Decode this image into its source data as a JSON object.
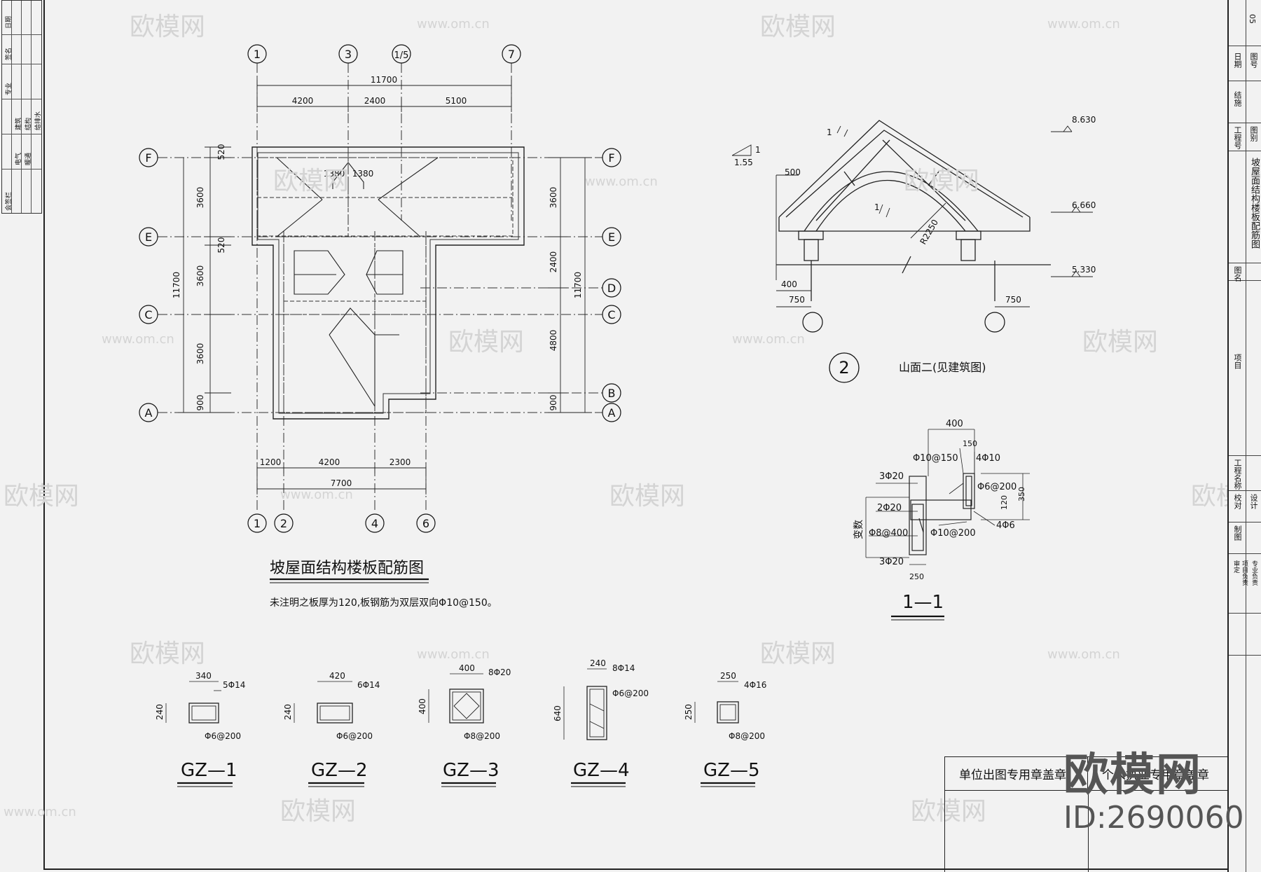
{
  "plan": {
    "title": "坡屋面结构楼板配筋图",
    "note": "未注明之板厚为120,板钢筋为双层双向Φ10@150。",
    "top_axes": [
      "1",
      "3",
      "1/5",
      "7"
    ],
    "bottom_axes": [
      "1",
      "2",
      "4",
      "6"
    ],
    "left_axes": [
      "F",
      "E",
      "C",
      "A"
    ],
    "right_axes": [
      "F",
      "E",
      "D",
      "C",
      "B",
      "A"
    ],
    "dim_top_total": "11700",
    "dim_top": [
      "4200",
      "2400",
      "5100"
    ],
    "dim_bottom": [
      "1200",
      "4200",
      "2300"
    ],
    "dim_bottom_total": "7700",
    "dim_left_total": "11700",
    "dim_left": [
      "520",
      "3600",
      "520",
      "3600",
      "3600",
      "900"
    ],
    "dim_right": [
      "3600",
      "2400",
      "4800",
      "900"
    ],
    "dim_right_total": "11700",
    "dim_inner": [
      "1380",
      "1380"
    ]
  },
  "gable": {
    "title": "山面二(见建筑图)",
    "number": "2",
    "elevations": [
      "8.630",
      "6.660",
      "5.330"
    ],
    "slope": [
      "1",
      "1.55"
    ],
    "dims": [
      "500",
      "400",
      "750",
      "750"
    ],
    "radius": "R2250",
    "marks": [
      "1",
      "1"
    ]
  },
  "section": {
    "title": "1—1",
    "top_dim": "400",
    "labels": [
      "150",
      "Φ10@150",
      "4Φ10",
      "3Φ20",
      "Φ6@200",
      "2Φ20",
      "120",
      "350",
      "4Φ6",
      "Φ8@400",
      "Φ10@200",
      "3Φ20",
      "250"
    ],
    "side_label": "变数"
  },
  "columns": [
    {
      "name": "GZ—1",
      "w": "340",
      "h": "240",
      "main": "5Φ14",
      "stir": "Φ6@200"
    },
    {
      "name": "GZ—2",
      "w": "420",
      "h": "240",
      "main": "6Φ14",
      "stir": "Φ6@200"
    },
    {
      "name": "GZ—3",
      "w": "400",
      "h": "400",
      "main": "8Φ20",
      "stir": "Φ8@200"
    },
    {
      "name": "GZ—4",
      "w": "240",
      "h": "640",
      "main": "8Φ14",
      "stir": "Φ6@200"
    },
    {
      "name": "GZ—5",
      "w": "250",
      "h": "250",
      "main": "4Φ16",
      "stir": "Φ8@200"
    }
  ],
  "stamp": {
    "left": "单位出图专用章盖章",
    "right": "个人执业专用章盖章"
  },
  "watermark": {
    "brand": "欧模网",
    "url": "www.om.cn",
    "id": "ID:2690060"
  },
  "title_block": {
    "drawing_name": "坡屋面结构楼板配筋图",
    "sheet_no": "05",
    "discipline": "结施",
    "labels": [
      "日期",
      "图号",
      "工程号",
      "图别",
      "图名",
      "项目",
      "工程名称",
      "校对",
      "设计",
      "制图",
      "审定",
      "项目负责",
      "专业负责"
    ]
  },
  "left_strip": {
    "labels": [
      "日期",
      "签名",
      "专业",
      "建筑",
      "结构",
      "给排水",
      "电气",
      "暖通",
      "会签栏"
    ]
  }
}
